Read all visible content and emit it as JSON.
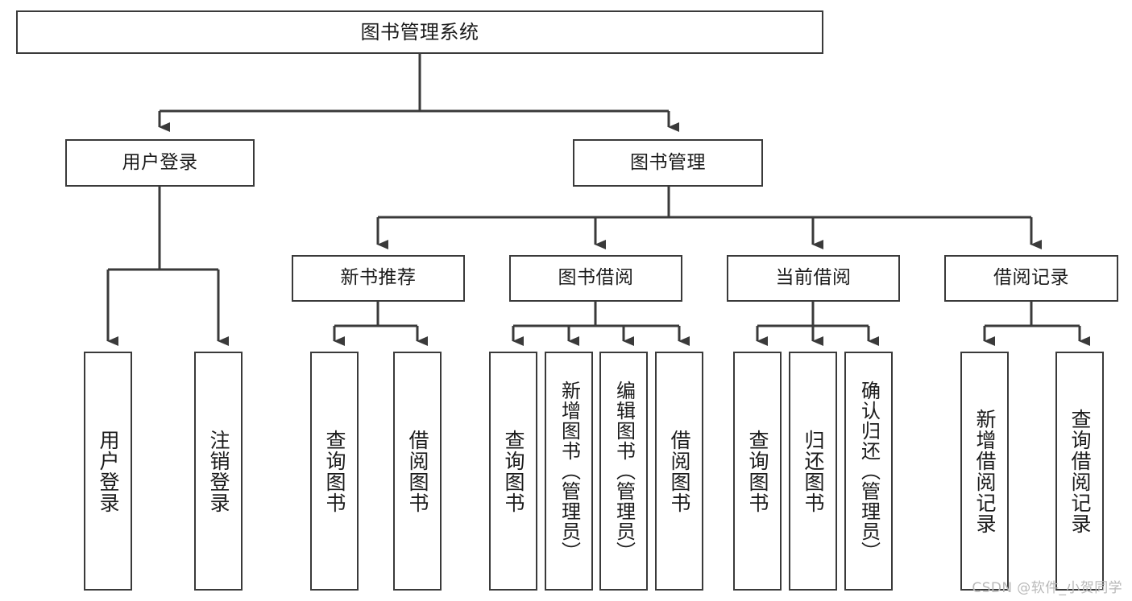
{
  "diagram": {
    "type": "tree-hierarchy",
    "title": "图书管理系统",
    "root": {
      "id": "root",
      "label": "图书管理系统",
      "orientation": "horizontal"
    },
    "level2": [
      {
        "id": "user-login",
        "label": "用户登录",
        "orientation": "horizontal"
      },
      {
        "id": "book-manage",
        "label": "图书管理",
        "orientation": "horizontal"
      }
    ],
    "level3": [
      {
        "id": "new-book-recommend",
        "label": "新书推荐",
        "orientation": "horizontal",
        "parent": "book-manage"
      },
      {
        "id": "book-borrow",
        "label": "图书借阅",
        "orientation": "horizontal",
        "parent": "book-manage"
      },
      {
        "id": "current-borrow",
        "label": "当前借阅",
        "orientation": "horizontal",
        "parent": "book-manage"
      },
      {
        "id": "borrow-record",
        "label": "借阅记录",
        "orientation": "horizontal",
        "parent": "book-manage"
      }
    ],
    "leaves": [
      {
        "id": "leaf-user-login",
        "label": "用户登录",
        "parent": "user-login",
        "orientation": "vertical"
      },
      {
        "id": "leaf-user-logout",
        "label": "注销登录",
        "parent": "user-login",
        "orientation": "vertical"
      },
      {
        "id": "leaf-query-book-1",
        "label": "查询图书",
        "parent": "new-book-recommend",
        "orientation": "vertical"
      },
      {
        "id": "leaf-borrow-book-1",
        "label": "借阅图书",
        "parent": "new-book-recommend",
        "orientation": "vertical"
      },
      {
        "id": "leaf-query-book-2",
        "label": "查询图书",
        "parent": "book-borrow",
        "orientation": "vertical"
      },
      {
        "id": "leaf-add-book",
        "label": "新增图书（管理员）",
        "parent": "book-borrow",
        "orientation": "vertical"
      },
      {
        "id": "leaf-edit-book",
        "label": "编辑图书（管理员）",
        "parent": "book-borrow",
        "orientation": "vertical"
      },
      {
        "id": "leaf-borrow-book-2",
        "label": "借阅图书",
        "parent": "book-borrow",
        "orientation": "vertical"
      },
      {
        "id": "leaf-query-book-3",
        "label": "查询图书",
        "parent": "current-borrow",
        "orientation": "vertical"
      },
      {
        "id": "leaf-return-book",
        "label": "归还图书",
        "parent": "current-borrow",
        "orientation": "vertical"
      },
      {
        "id": "leaf-confirm-return",
        "label": "确认归还（管理员）",
        "parent": "current-borrow",
        "orientation": "vertical"
      },
      {
        "id": "leaf-add-record",
        "label": "新增借阅记录",
        "parent": "borrow-record",
        "orientation": "vertical"
      },
      {
        "id": "leaf-query-record",
        "label": "查询借阅记录",
        "parent": "borrow-record",
        "orientation": "vertical"
      }
    ],
    "colors": {
      "stroke": "#3a3a3a",
      "fill": "#ffffff",
      "text": "#1b1b1b",
      "watermark": "#b9b9b9"
    }
  },
  "watermark": {
    "text": "CSDN @软件_小贺同学"
  }
}
